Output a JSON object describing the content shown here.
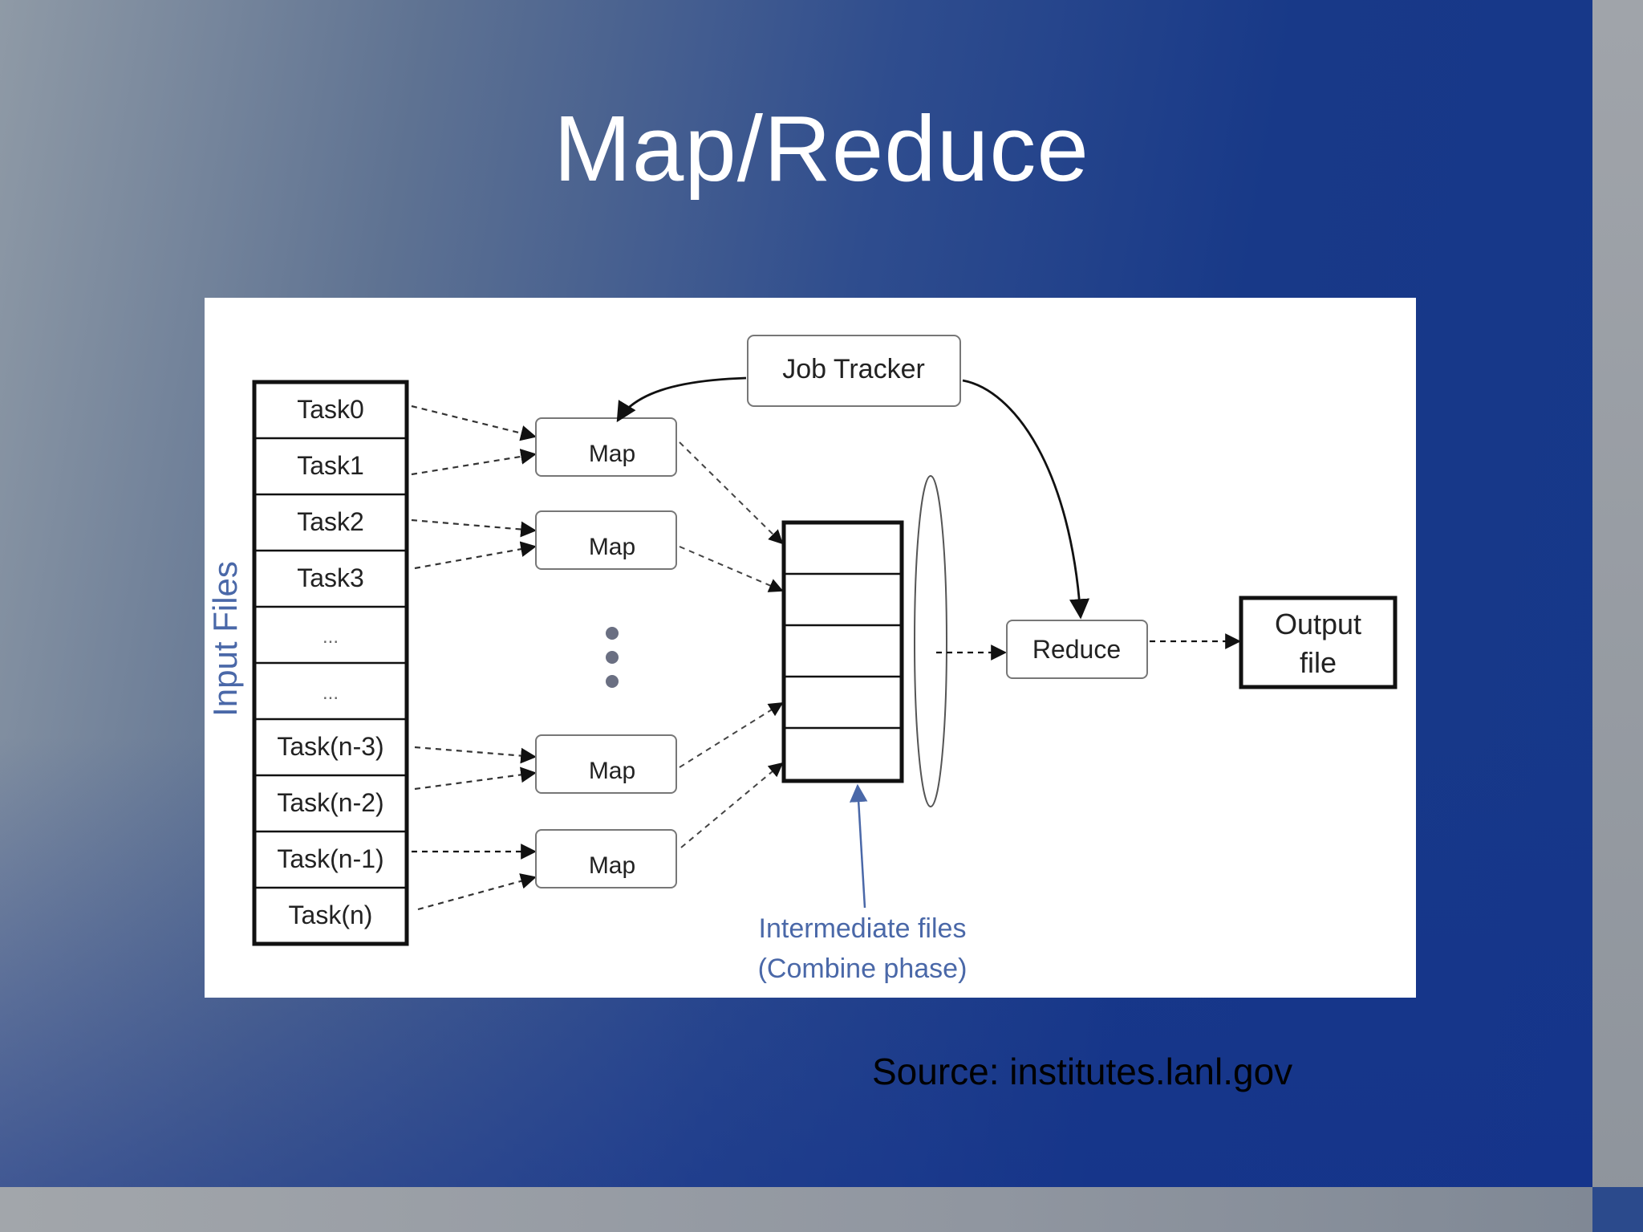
{
  "slide": {
    "title": "Map/Reduce",
    "source": "Source: institutes.lanl.gov"
  },
  "diagram": {
    "input_files_label": "Input Files",
    "tasks": [
      "Task0",
      "Task1",
      "Task2",
      "Task3",
      "...",
      "...",
      "Task(n-3)",
      "Task(n-2)",
      "Task(n-1)",
      "Task(n)"
    ],
    "job_tracker": "Job Tracker",
    "map_label": "Map",
    "reduce_label": "Reduce",
    "output_line1": "Output",
    "output_line2": "file",
    "intermediate_line1": "Intermediate files",
    "intermediate_line2": "(Combine phase)"
  },
  "colors": {
    "accent_blue": "#4a68a8",
    "text_dark": "#222222"
  }
}
